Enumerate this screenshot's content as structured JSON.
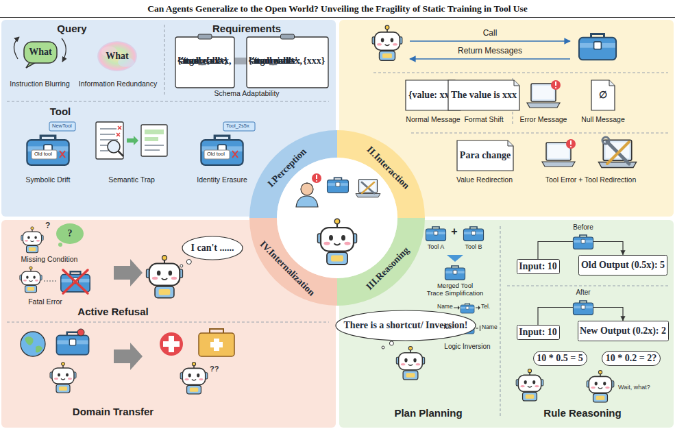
{
  "diagram": {
    "title": "Can Agents Generalize to the Open World? Unveiling the Fragility of Static Training in Tool Use",
    "nodes": [
      {
        "text": [
          "I.Perception"
        ]
      },
      {
        "text": [
          "II.Interaction"
        ]
      },
      {
        "text": [
          "IV.Internalization"
        ]
      },
      {
        "text": [
          "III.Reasoning"
        ]
      },
      {
        "text": [
          "What"
        ],
        "in": 0
      },
      {
        "text": [
          "What"
        ],
        "in": 0
      },
      {
        "text": [
          "<tool_call>",
          "{'name': xxx,",
          "'args': {xxx}",
          "</tool_call>"
        ],
        "in": 0
      },
      {
        "text": [
          "<tool_call>",
          "{'name': xxx,",
          "'arguments': {xxx}",
          "</tool_call>"
        ],
        "in": 0
      },
      {
        "text": [
          "{value: xxx}"
        ],
        "in": 1
      },
      {
        "text": [
          "The value is xxx"
        ],
        "in": 1
      },
      {
        "text": [
          "∅"
        ],
        "in": 1
      },
      {
        "text": [
          "Para change"
        ],
        "in": 1
      },
      {
        "text": [
          "?"
        ],
        "in": 2
      },
      {
        "text": [
          "I can't ......"
        ],
        "in": 2
      },
      {
        "text": [
          "There is a shortcut/ Inversion!"
        ],
        "in": 3
      },
      {
        "text": [
          "Input: 10"
        ],
        "in": 3
      },
      {
        "text": [
          "Old Output (0.5x): 5"
        ],
        "in": 3
      },
      {
        "text": [
          "Input: 10"
        ],
        "in": 3
      },
      {
        "text": [
          "New Output (0.2x): 2"
        ],
        "in": 3
      },
      {
        "text": [
          "10 * 0.5 = 5"
        ],
        "in": 3
      },
      {
        "text": [
          "10 * 0.2 = 2?"
        ],
        "in": 3
      }
    ],
    "edges": [
      {
        "from": 15,
        "to": 16,
        "arrow": "to"
      },
      {
        "from": 17,
        "to": 18,
        "arrow": "to"
      }
    ],
    "labels": [
      "Query",
      "Instruction Blurring",
      "Information Redundancy",
      "Requirements",
      "Schema Adaptability",
      "Tool",
      "NewTool",
      "Old tool",
      "Symbolic Drift",
      "Semantic Trap",
      "Tool_2s5x",
      "Old tool",
      "Identity Erasure",
      "Call",
      "Return Messages",
      "Normal Message",
      "Format Shift",
      "Error Message",
      "Null Message",
      "Value Redirection",
      "Tool Error + Tool Redirection",
      "?",
      "Missing Condition",
      "Fatal Error",
      "Active Refusal",
      "Domain Transfer",
      "??",
      "Tool A",
      "+",
      "Tool B",
      "Merged Tool",
      "Trace Simplification",
      "Name",
      "Tel.",
      "Tel.",
      "Name",
      "Logic Inversion",
      "Plan Planning",
      "Before",
      "After",
      "Wait, what?",
      "Rule Reasoning"
    ]
  }
}
